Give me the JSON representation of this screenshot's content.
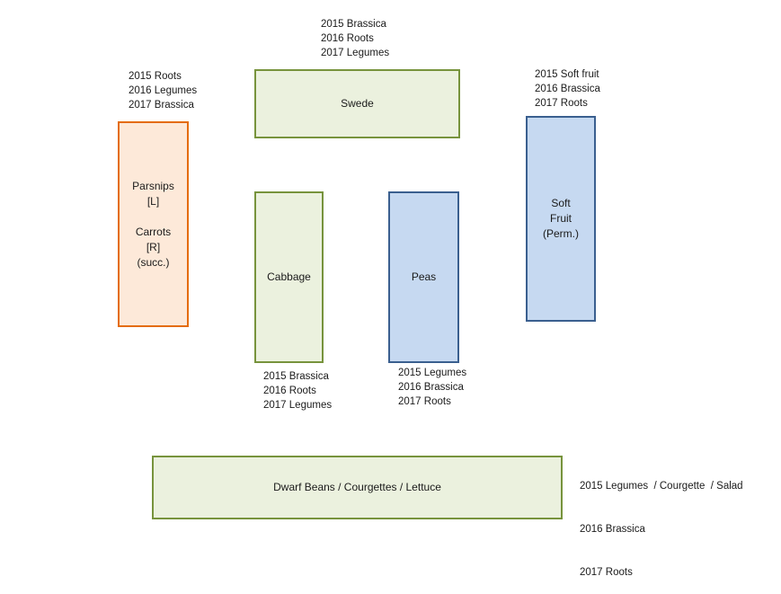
{
  "beds": {
    "swede": {
      "label": "Swede",
      "history": [
        "2015 Brassica",
        "2016 Roots",
        "2017 Legumes"
      ]
    },
    "parsnips_carrots": {
      "label": "Parsnips\n[L]\n\nCarrots\n[R]\n(succ.)",
      "history": [
        "2015 Roots",
        "2016 Legumes",
        "2017 Brassica"
      ]
    },
    "soft_fruit": {
      "label": "Soft\nFruit\n(Perm.)",
      "history": [
        "2015 Soft fruit",
        "2016 Brassica",
        "2017 Roots"
      ]
    },
    "cabbage": {
      "label": "Cabbage",
      "history": [
        "2015 Brassica",
        "2016 Roots",
        "2017 Legumes"
      ]
    },
    "peas": {
      "label": "Peas",
      "history": [
        "2015 Legumes",
        "2016 Brassica",
        "2017 Roots"
      ]
    },
    "dwarf_beans": {
      "label": "Dwarf Beans / Courgettes / Lettuce",
      "history": [
        "2015 Legumes  / Courgette  / Salad",
        "2016 Brassica",
        "2017 Roots"
      ]
    }
  },
  "colors": {
    "green_fill": "#ebf1de",
    "green_border": "#77933c",
    "blue_fill": "#c6d9f1",
    "blue_border": "#3a5f8f",
    "orange_fill": "#fde9d9",
    "orange_border": "#e46c0a"
  }
}
